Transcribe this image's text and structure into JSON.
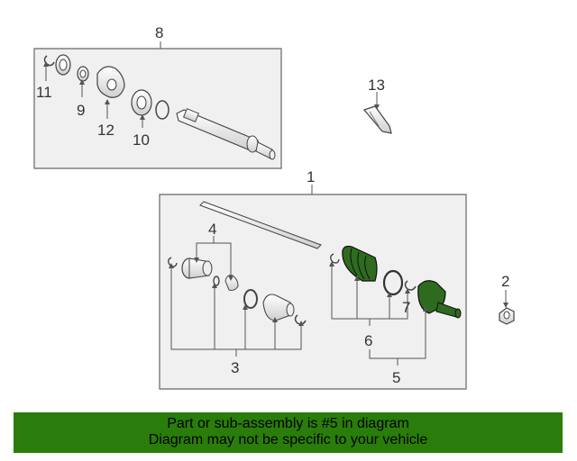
{
  "callouts": {
    "c1": "1",
    "c2": "2",
    "c3": "3",
    "c4": "4",
    "c5": "5",
    "c6": "6",
    "c7": "7",
    "c8": "8",
    "c9": "9",
    "c10": "10",
    "c11": "11",
    "c12": "12",
    "c13": "13"
  },
  "banner": {
    "line1": "Part or sub-assembly is #5 in diagram",
    "line2": "Diagram may not be specific to your vehicle"
  },
  "colors": {
    "highlight_part": "#2e6b1e",
    "banner": "#2a7d0a",
    "line": "#555555"
  }
}
